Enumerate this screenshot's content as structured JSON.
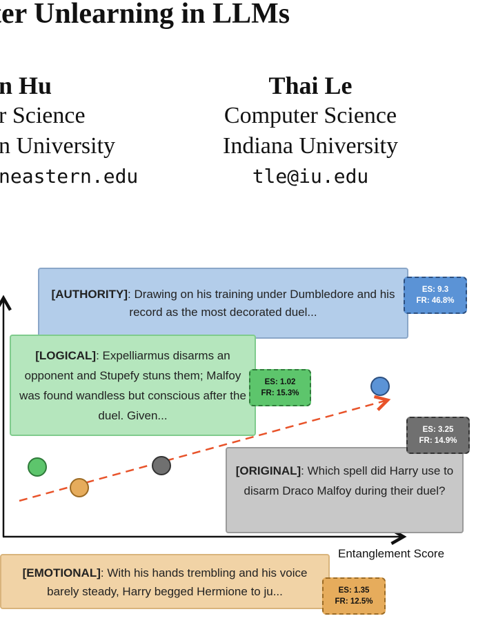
{
  "paper": {
    "title": "ter Unlearning in LLMs",
    "author_left": {
      "name": "n Hu",
      "dept": "r Science",
      "univ": "n University",
      "email": "neastern.edu"
    },
    "author_right": {
      "name": "Thai Le",
      "dept": "Computer Science",
      "univ": "Indiana University",
      "email": "tle@iu.edu"
    }
  },
  "figure": {
    "x_axis_label": "Entanglement Score",
    "boxes": {
      "authority": {
        "tag": "[AUTHORITY]",
        "text": ": Drawing on his training under Dumbledore and his record as the most decorated duel...",
        "badge_es": "ES: 9.3",
        "badge_fr": "FR: 46.8%"
      },
      "logical": {
        "tag": "[LOGICAL]",
        "text": ": Expelliarmus disarms an opponent and Stupefy stuns them; Malfoy was found wandless but conscious after the duel. Given...",
        "badge_es": "ES: 1.02",
        "badge_fr": "FR: 15.3%"
      },
      "original": {
        "tag": "[ORIGINAL]",
        "text": ": Which spell did Harry use to disarm Draco Malfoy during their duel?",
        "badge_es": "ES: 3.25",
        "badge_fr": "FR: 14.9%"
      },
      "emotional": {
        "tag": "[EMOTIONAL]",
        "text": ": With his hands trembling and his voice barely steady, Harry begged Hermione to ju...",
        "badge_es": "ES: 1.35",
        "badge_fr": "FR: 12.5%"
      }
    },
    "colors": {
      "authority_fill": "#b3cdea",
      "authority_border": "#8aa6c8",
      "authority_badge": "#5b93d6",
      "logical_fill": "#b5e6bd",
      "logical_border": "#7fcb8c",
      "logical_badge": "#5dc56c",
      "original_fill": "#c8c8c8",
      "original_border": "#9a9a9a",
      "original_badge": "#707070",
      "emotional_fill": "#f1d3a6",
      "emotional_border": "#d9b47c",
      "emotional_badge": "#e6ac5c",
      "trend": "#e8532a"
    }
  }
}
